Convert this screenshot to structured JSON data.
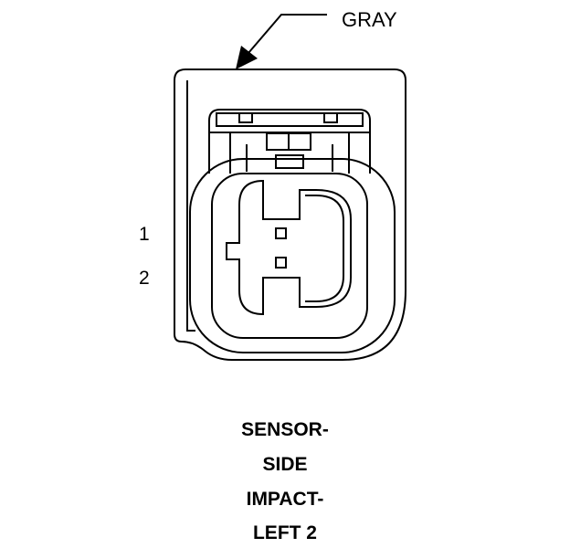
{
  "callout": {
    "color_label": "GRAY"
  },
  "pins": [
    "1",
    "2"
  ],
  "caption": {
    "lines": [
      "SENSOR-",
      "SIDE",
      "IMPACT-",
      "LEFT 2"
    ]
  },
  "colors": {
    "ink": "#000000",
    "background": "#ffffff"
  }
}
